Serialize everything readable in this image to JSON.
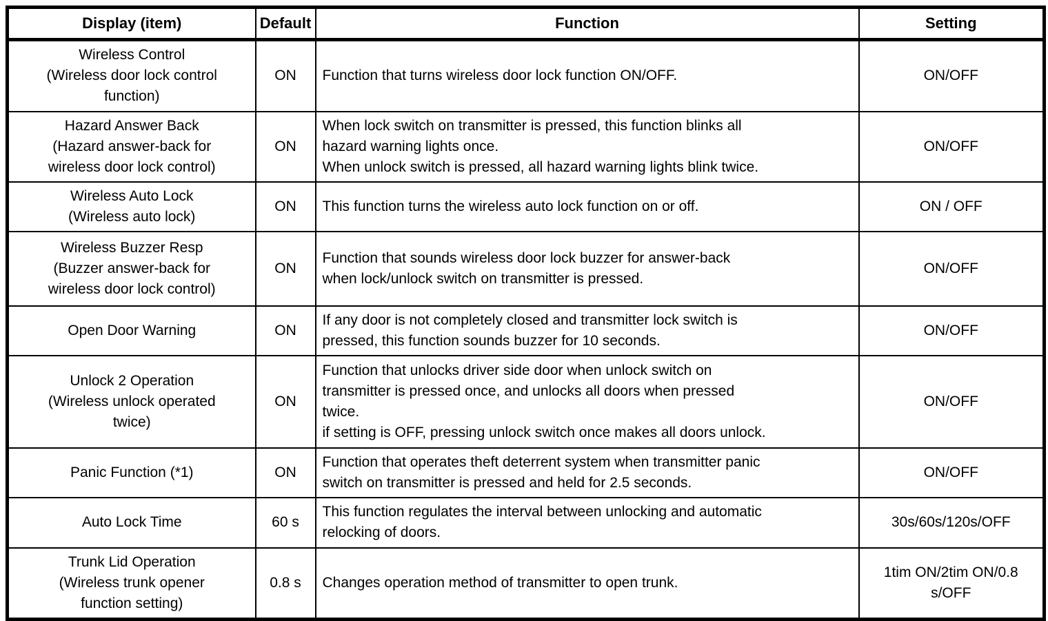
{
  "colors": {
    "border": "#000000",
    "background": "#ffffff",
    "text": "#000000"
  },
  "table": {
    "headers": [
      "Display (item)",
      "Default",
      "Function",
      "Setting"
    ],
    "rows": [
      {
        "display": "Wireless Control\n(Wireless door lock control\nfunction)",
        "default": "ON",
        "function": "Function that turns wireless door lock function ON/OFF.",
        "setting": "ON/OFF"
      },
      {
        "display": "Hazard Answer Back\n(Hazard answer-back for\nwireless door lock control)",
        "default": "ON",
        "function": "When lock switch on transmitter is pressed, this function blinks all\nhazard warning lights once.\nWhen unlock switch is pressed, all hazard warning lights blink twice.",
        "setting": "ON/OFF"
      },
      {
        "display": "Wireless Auto Lock\n(Wireless auto lock)",
        "default": "ON",
        "function": "This function turns the wireless auto lock function on or off.",
        "setting": "ON / OFF"
      },
      {
        "display": "Wireless Buzzer Resp\n(Buzzer answer-back for\nwireless door lock control)",
        "default": "ON",
        "function": "Function that sounds wireless door lock buzzer for answer-back\nwhen lock/unlock switch on transmitter is pressed.",
        "setting": "ON/OFF"
      },
      {
        "display": "Open Door Warning",
        "default": "ON",
        "function": "If any door is not completely closed and transmitter lock switch is\npressed, this function sounds buzzer for 10 seconds.",
        "setting": "ON/OFF"
      },
      {
        "display": "Unlock 2 Operation\n(Wireless unlock operated\ntwice)",
        "default": "ON",
        "function": "Function that unlocks driver side door when unlock switch on\ntransmitter is pressed once, and unlocks all doors when pressed\ntwice.\nif setting is OFF, pressing unlock switch once makes all doors unlock.",
        "setting": "ON/OFF"
      },
      {
        "display": "Panic Function (*1)",
        "default": "ON",
        "function": "Function that operates theft deterrent system when transmitter panic\nswitch on transmitter is pressed and held for 2.5 seconds.",
        "setting": "ON/OFF"
      },
      {
        "display": "Auto Lock Time",
        "default": "60 s",
        "function": "This function regulates the interval between unlocking and automatic\nrelocking of doors.",
        "setting": "30s/60s/120s/OFF"
      },
      {
        "display": "Trunk Lid Operation\n(Wireless trunk opener\nfunction setting)",
        "default": "0.8 s",
        "function": "Changes operation method of transmitter to open trunk.",
        "setting": "1tim ON/2tim ON/0.8 s/OFF"
      }
    ]
  }
}
